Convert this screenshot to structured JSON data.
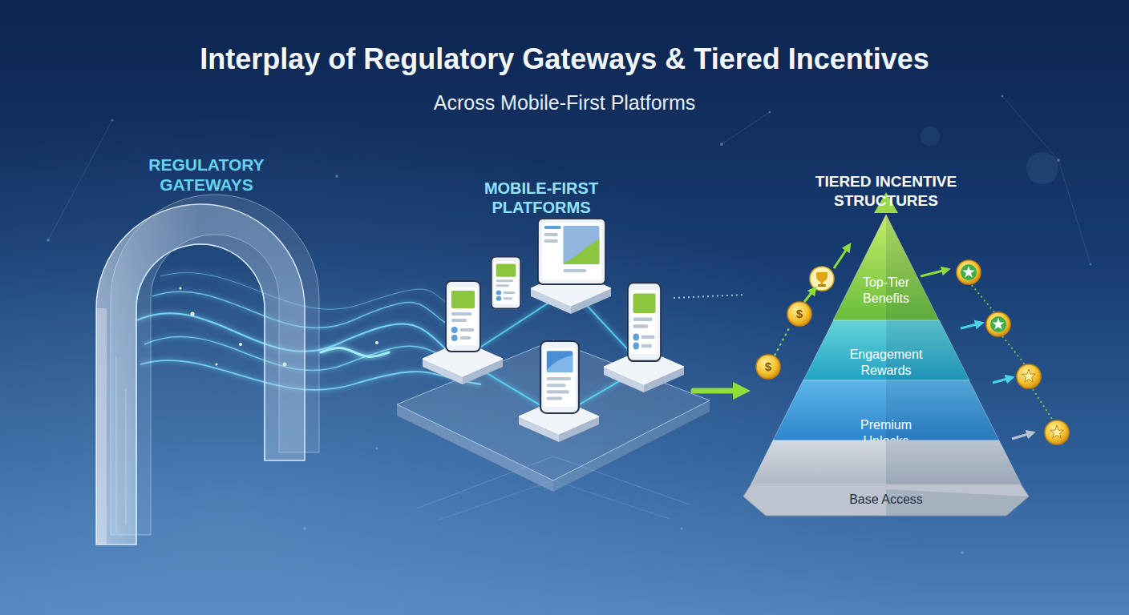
{
  "diagram": {
    "title": "Interplay of Regulatory Gateways & Tiered Incentives",
    "nodes": [
      {
        "text": [
          "REGULATORY GATEWAYS"
        ]
      },
      {
        "text": [
          "MOBILE-FIRST PLATFORMS"
        ]
      },
      {
        "text": [
          "TIERED INCENTIVE STRUCTURES"
        ]
      },
      {
        "text": [
          "Top-Tier Benefits"
        ],
        "in": 2
      },
      {
        "text": [
          "Engagement Rewards"
        ],
        "in": 2
      },
      {
        "text": [
          "Premium Unlocks"
        ],
        "in": 2
      },
      {
        "text": [
          "Base Access"
        ],
        "in": 2
      }
    ],
    "edges": [
      {
        "from": 0,
        "to": 1,
        "arrow": "none"
      },
      {
        "from": 1,
        "to": 2,
        "arrow": "to"
      }
    ],
    "labels": [
      "Across Mobile-First Platforms",
      "$",
      "$"
    ]
  }
}
